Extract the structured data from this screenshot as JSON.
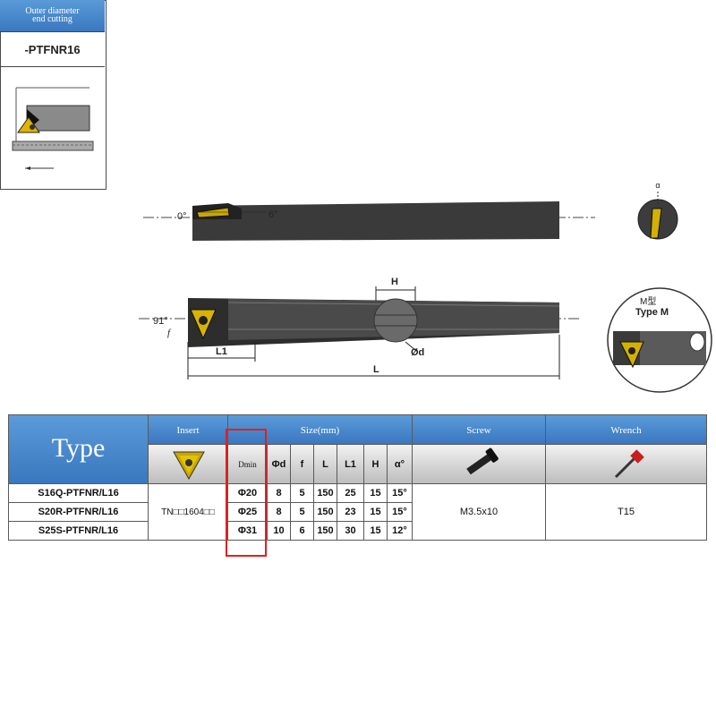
{
  "left_box": {
    "header_line1": "Outer diameter",
    "header_line2": "end cutting",
    "code": "-PTFNR16"
  },
  "drawing": {
    "angle_top": "0°",
    "angle_top2": "6°",
    "angle_side": "91°",
    "label_f": "f",
    "label_L1": "L1",
    "label_L": "L",
    "label_H": "H",
    "label_od": "Ød",
    "label_alpha": "α",
    "type_m_cn": "M型",
    "type_m": "Type M"
  },
  "table": {
    "type_header": "Type",
    "insert_header": "Insert",
    "size_header": "Size(mm)",
    "screw_header": "Screw",
    "wrench_header": "Wrench",
    "columns": [
      "Dmin",
      "Φd",
      "f",
      "L",
      "L1",
      "H",
      "α°"
    ],
    "rows": [
      {
        "type": "S16Q-PTFNR/L16",
        "dmin": "Φ20",
        "d": "8",
        "f": "5",
        "L": "150",
        "L1": "25",
        "H": "15",
        "a": "15°"
      },
      {
        "type": "S20R-PTFNR/L16",
        "dmin": "Φ25",
        "d": "8",
        "f": "5",
        "L": "150",
        "L1": "23",
        "H": "15",
        "a": "15°"
      },
      {
        "type": "S25S-PTFNR/L16",
        "dmin": "Φ31",
        "d": "10",
        "f": "6",
        "L": "150",
        "L1": "30",
        "H": "15",
        "a": "12°"
      }
    ],
    "insert_value": "TN□□1604□□",
    "screw_value": "M3.5x10",
    "wrench_value": "T15"
  }
}
